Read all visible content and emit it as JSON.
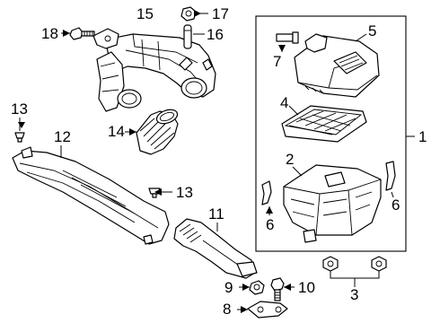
{
  "callouts": {
    "c1": "1",
    "c2": "2",
    "c3": "3",
    "c4": "4",
    "c5": "5",
    "c6a": "6",
    "c6b": "6",
    "c7": "7",
    "c8": "8",
    "c9": "9",
    "c10": "10",
    "c11": "11",
    "c12": "12",
    "c13a": "13",
    "c13b": "13",
    "c14": "14",
    "c15": "15",
    "c16": "16",
    "c17": "17",
    "c18": "18"
  }
}
